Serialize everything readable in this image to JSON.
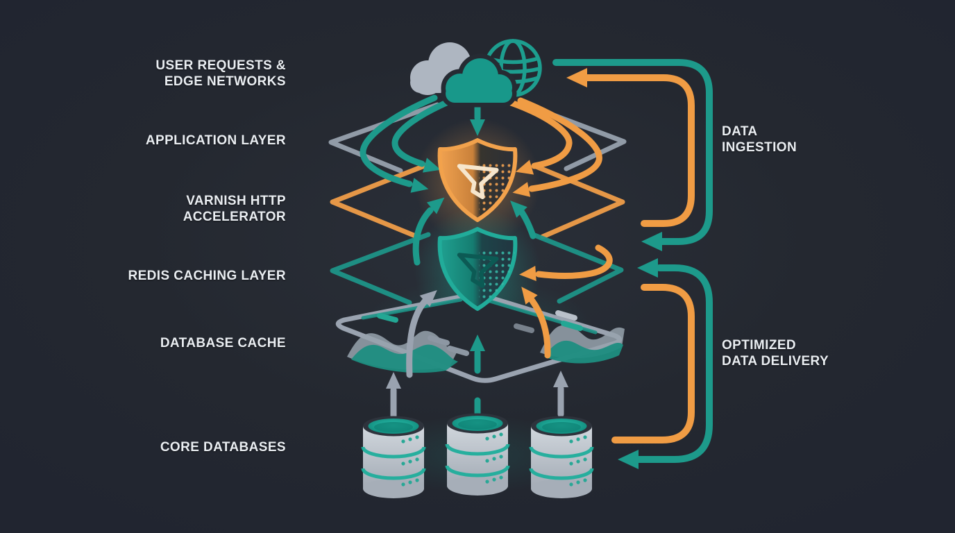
{
  "colors": {
    "background": "#242830",
    "teal": "#1d9a8b",
    "orange": "#f09c44",
    "gray": "#9aa3b0",
    "text": "#eaeef2"
  },
  "left_labels": [
    {
      "id": "user-requests-edge-networks",
      "lines": [
        "USER REQUESTS &",
        "EDGE NETWORKS"
      ]
    },
    {
      "id": "application-layer",
      "lines": [
        "APPLICATION LAYER"
      ]
    },
    {
      "id": "varnish-http-accelerator",
      "lines": [
        "VARNISH HTTP",
        "ACCELERATOR"
      ]
    },
    {
      "id": "redis-caching-layer",
      "lines": [
        "REDIS CACHING LAYER"
      ]
    },
    {
      "id": "database-cache",
      "lines": [
        "DATABASE CACHE"
      ]
    },
    {
      "id": "core-databases",
      "lines": [
        "CORE DATABASES"
      ]
    }
  ],
  "right_labels": [
    {
      "id": "data-ingestion",
      "lines": [
        "DATA",
        "INGESTION"
      ]
    },
    {
      "id": "optimized-data-delivery",
      "lines": [
        "OPTIMIZED",
        "DATA DELIVERY"
      ]
    }
  ],
  "icons": [
    "cloud-back-icon",
    "cloud-front-icon",
    "globe-icon",
    "filter-shield-orange-icon",
    "filter-shield-teal-icon",
    "database-cache-slab-icon",
    "database-cylinder-icon",
    "up-arrow-icon",
    "flow-arrow-icon"
  ]
}
